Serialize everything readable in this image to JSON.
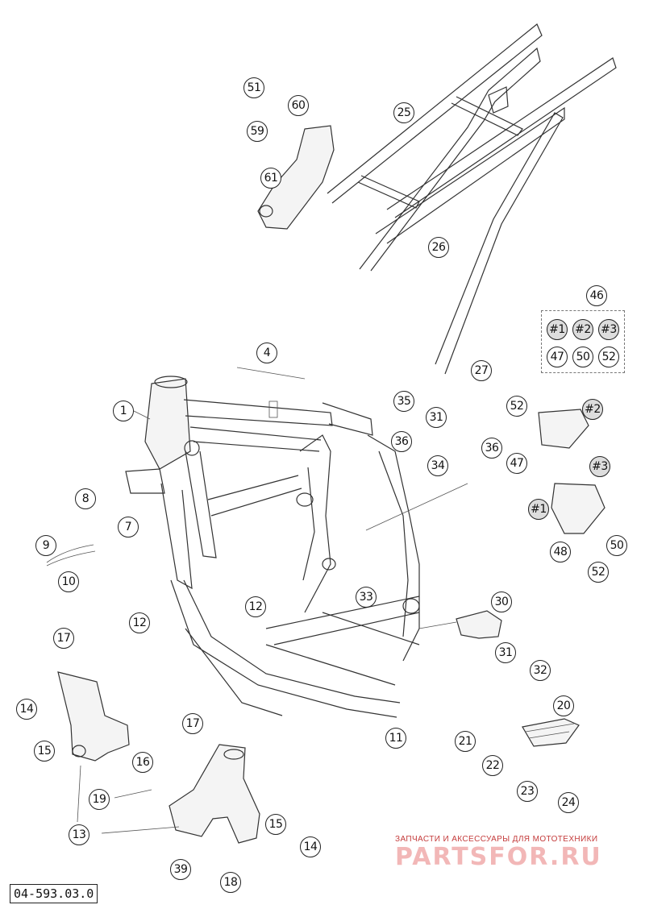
{
  "diagram": {
    "part_number": "04-593.03.0",
    "watermark": {
      "caption": "ЗАПЧАСТИ И АКСЕССУАРЫ ДЛЯ МОТОТЕХНИКИ",
      "logo": "PARTSFOR.RU"
    },
    "callouts": [
      "51",
      "60",
      "59",
      "61",
      "25",
      "26",
      "46",
      "#1",
      "#2",
      "#3",
      "47",
      "50",
      "52",
      "4",
      "27",
      "1",
      "35",
      "31",
      "36",
      "34",
      "36",
      "52",
      "#2",
      "47",
      "#3",
      "8",
      "7",
      "#1",
      "9",
      "10",
      "48",
      "50",
      "52",
      "12",
      "33",
      "30",
      "17",
      "31",
      "32",
      "12",
      "14",
      "15",
      "16",
      "20",
      "21",
      "17",
      "11",
      "22",
      "19",
      "23",
      "24",
      "13",
      "15",
      "14",
      "39",
      "18"
    ]
  }
}
